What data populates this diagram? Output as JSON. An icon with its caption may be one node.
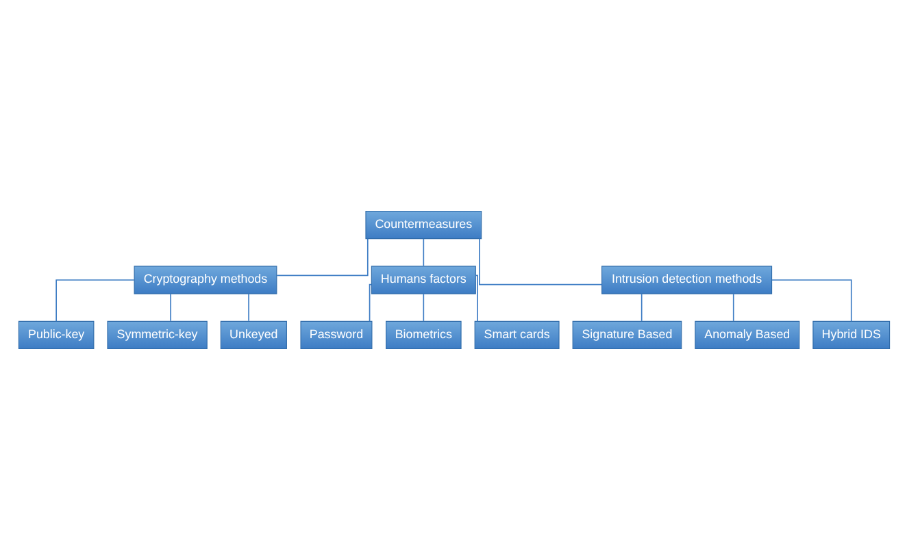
{
  "diagram": {
    "nodes": [
      {
        "text": [
          "Countermeasures"
        ]
      },
      {
        "text": [
          "Cryptography methods"
        ]
      },
      {
        "text": [
          "Humans factors"
        ]
      },
      {
        "text": [
          "Intrusion detection methods"
        ]
      },
      {
        "text": [
          "Public-key"
        ]
      },
      {
        "text": [
          "Symmetric-key"
        ]
      },
      {
        "text": [
          "Unkeyed"
        ]
      },
      {
        "text": [
          "Password"
        ]
      },
      {
        "text": [
          "Biometrics"
        ]
      },
      {
        "text": [
          "Smart cards"
        ]
      },
      {
        "text": [
          "Signature Based"
        ]
      },
      {
        "text": [
          "Anomaly Based"
        ]
      },
      {
        "text": [
          "Hybrid IDS"
        ]
      }
    ],
    "edges": [
      {
        "from": 0,
        "to": 1,
        "arrow": "none"
      },
      {
        "from": 0,
        "to": 2,
        "arrow": "none"
      },
      {
        "from": 0,
        "to": 3,
        "arrow": "none"
      },
      {
        "from": 1,
        "to": 4,
        "arrow": "none"
      },
      {
        "from": 1,
        "to": 5,
        "arrow": "none"
      },
      {
        "from": 1,
        "to": 6,
        "arrow": "none"
      },
      {
        "from": 2,
        "to": 7,
        "arrow": "none"
      },
      {
        "from": 2,
        "to": 8,
        "arrow": "none"
      },
      {
        "from": 2,
        "to": 9,
        "arrow": "none"
      },
      {
        "from": 3,
        "to": 10,
        "arrow": "none"
      },
      {
        "from": 3,
        "to": 11,
        "arrow": "none"
      },
      {
        "from": 3,
        "to": 12,
        "arrow": "none"
      }
    ]
  }
}
